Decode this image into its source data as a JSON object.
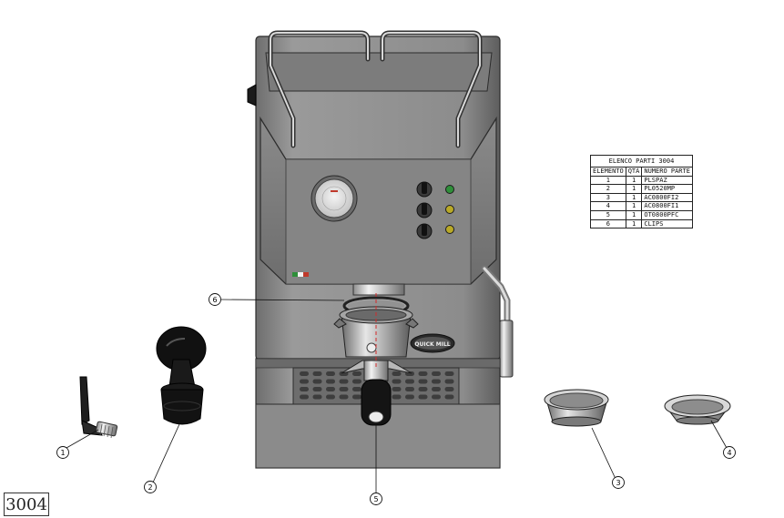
{
  "parts_list": {
    "title": "ELENCO PARTI 3004",
    "headers": [
      "ELEMENTO",
      "QTÀ",
      "NUMERO PARTE"
    ],
    "rows": [
      [
        "1",
        "1",
        "PLSPAZ"
      ],
      [
        "2",
        "1",
        "PL0520MP"
      ],
      [
        "3",
        "1",
        "AC0800FI2"
      ],
      [
        "4",
        "1",
        "AC0800FI1"
      ],
      [
        "5",
        "1",
        "OT0800PFC"
      ],
      [
        "6",
        "1",
        "CLIPS"
      ]
    ]
  },
  "callouts": [
    "1",
    "2",
    "3",
    "4",
    "5",
    "6"
  ],
  "drawing_code": "3004",
  "brand_logo_text": "QUICK MILL",
  "colors": {
    "body_metal": "#8f8f8f",
    "panel_metal": "#7d7d7d",
    "dark_metal": "#5c5c5c",
    "black_part": "#151515",
    "lamp_green": "#2f8f3a",
    "lamp_yellow": "#b9a927",
    "axis_line": "#d42a2a"
  }
}
